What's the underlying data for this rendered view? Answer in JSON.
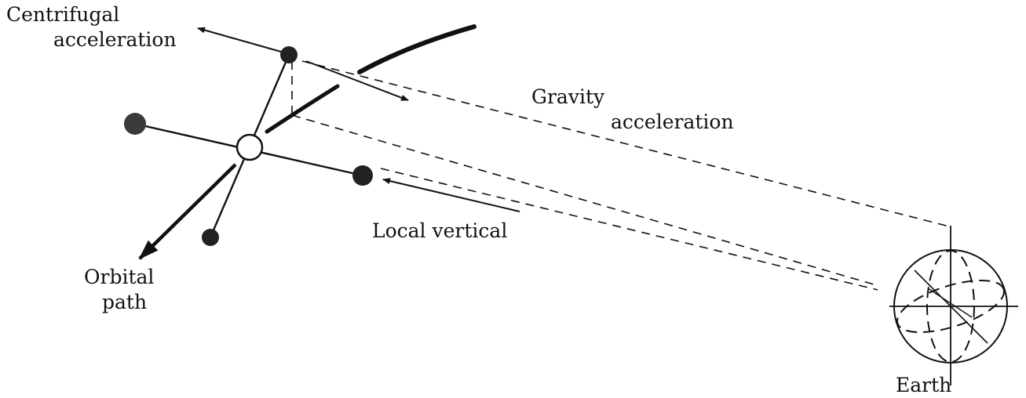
{
  "labels": {
    "centrifugal_line1": "Centrifugal",
    "centrifugal_line2": "acceleration",
    "gravity_line1": "Gravity",
    "gravity_line2": "acceleration",
    "local_vertical": "Local vertical",
    "orbital_line1": "Orbital",
    "orbital_line2": "path",
    "earth": "Earth"
  },
  "colors": {
    "ink": "#111111",
    "mass": "#2a2a2a"
  }
}
